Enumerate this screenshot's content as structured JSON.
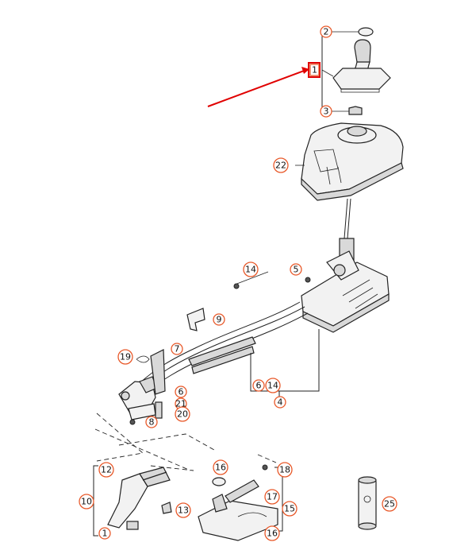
{
  "labels": {
    "c1_top": "1",
    "c2": "2",
    "c3": "3",
    "c22": "22",
    "c14_top": "14",
    "c5": "5",
    "c9": "9",
    "c7": "7",
    "c19": "19",
    "c6_a": "6",
    "c21": "21",
    "c20": "20",
    "c8": "8",
    "c6_b": "6",
    "c14_b": "14",
    "c4": "4",
    "c12": "12",
    "c10": "10",
    "c13": "13",
    "c1_bottom": "1",
    "c16_a": "16",
    "c18": "18",
    "c17": "17",
    "c15": "15",
    "c16_b": "16",
    "c25": "25"
  },
  "highlight": {
    "target": "1",
    "color": "#e00000"
  },
  "colors": {
    "callout_border": "#e8592a",
    "arrow": "#e00000"
  }
}
